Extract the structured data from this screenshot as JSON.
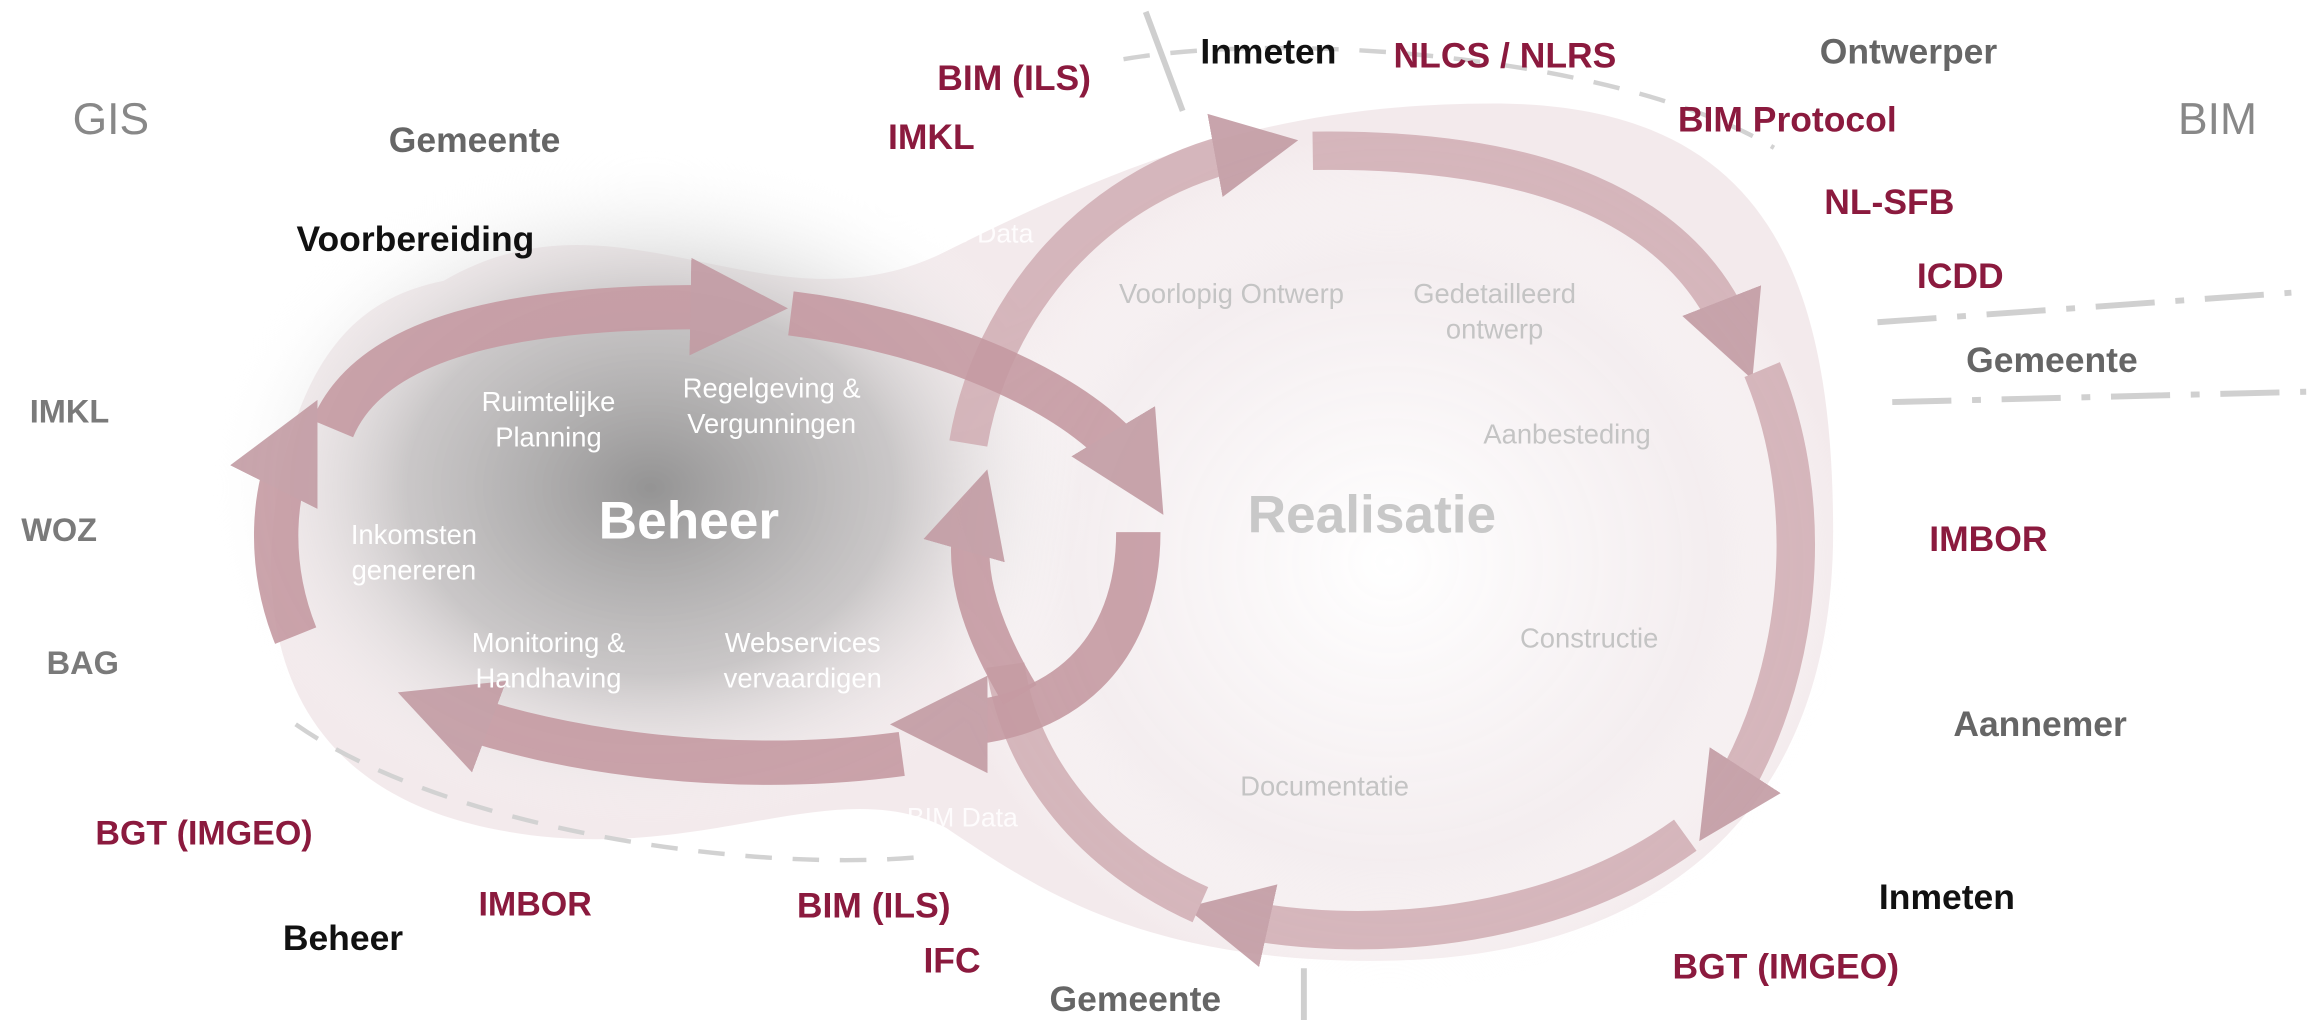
{
  "corners": {
    "left": "GIS",
    "right": "BIM"
  },
  "centers": {
    "beheer": "Beheer",
    "realisatie": "Realisatie"
  },
  "beheer_cycle": {
    "planning": "Ruimtelijke\nPlanning",
    "regelgeving": "Regelgeving &\nVergunningen",
    "inkomsten": "Inkomsten\ngenereren",
    "monitoring": "Monitoring &\nHandhaving",
    "webservices": "Webservices\nvervaardigen"
  },
  "realisatie_cycle": {
    "voorlopig": "Voorlopig Ontwerp",
    "gedetailleerd": "Gedetailleerd\nontwerp",
    "aanbesteding": "Aanbesteding",
    "constructie": "Constructie",
    "documentatie": "Documentatie"
  },
  "flows": {
    "gis_data": "GIS Data",
    "bim_data": "BIM Data"
  },
  "left_side": {
    "gemeente": "Gemeente",
    "voorbereiding": "Voorbereiding",
    "imkl": "IMKL",
    "woz": "WOZ",
    "bag": "BAG",
    "bgt": "BGT (IMGEO)",
    "imbor": "IMBOR",
    "beheer": "Beheer"
  },
  "top_middle": {
    "bim_ils": "BIM (ILS)",
    "imkl": "IMKL",
    "inmeten": "Inmeten",
    "nlcs": "NLCS / NLRS"
  },
  "right_side": {
    "ontwerper": "Ontwerper",
    "bim_protocol": "BIM Protocol",
    "nlsfb": "NL-SFB",
    "icdd": "ICDD",
    "gemeente": "Gemeente",
    "imbor": "IMBOR",
    "aannemer": "Aannemer",
    "inmeten": "Inmeten",
    "bgt": "BGT (IMGEO)"
  },
  "bottom_middle": {
    "bim_ils": "BIM (ILS)",
    "ifc": "IFC",
    "gemeente": "Gemeente"
  },
  "colors": {
    "arrow": "#c9a7ad",
    "arrow_dark": "#a67b84",
    "maroon": "#8b1a3e",
    "grey": "#666666"
  }
}
